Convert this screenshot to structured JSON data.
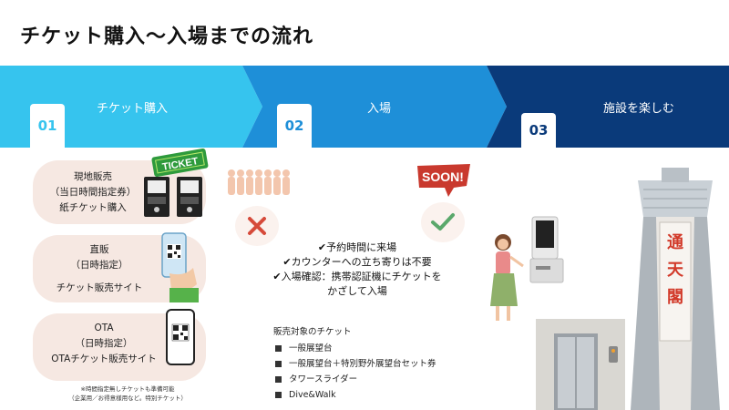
{
  "title": "チケット購入〜入場までの流れ",
  "steps": [
    {
      "num": "01",
      "label": "チケット購入",
      "color": "#36c4ee"
    },
    {
      "num": "02",
      "label": "入場",
      "color": "#1e8fd8"
    },
    {
      "num": "03",
      "label": "施設を楽しむ",
      "color": "#0a3a7a"
    }
  ],
  "cards": [
    {
      "lines": [
        "現地販売",
        "（当日時間指定券）",
        "紙チケット購入"
      ]
    },
    {
      "lines": [
        "直販",
        "（日時指定）",
        "チケット販売サイト"
      ]
    },
    {
      "lines": [
        "OTA",
        "（日時指定）",
        "OTAチケット販売サイト"
      ]
    }
  ],
  "ticket_graphic_text": "TICKET",
  "note_lines": [
    "※時間指定無しチケットも準備可能",
    "（企業用／お得意様用など。特別チケット）"
  ],
  "soon_text": "SOON!",
  "entry_points": [
    "✔予約時間に来場",
    "✔カウンターへの立ち寄りは不要",
    "✔入場確認：携帯認証機にチケットを",
    "かざして入場"
  ],
  "ticket_types": {
    "heading": "販売対象のチケット",
    "items": [
      "一般展望台",
      "一般展望台＋特別野外展望台セット券",
      "タワースライダー",
      "Dive&Walk"
    ]
  },
  "tower_sign": [
    "通",
    "天",
    "閣"
  ],
  "colors": {
    "card_bg": "#f6e8e2",
    "cross": "#d64a3a",
    "check": "#5aa86b",
    "sign": "#d23a2a"
  }
}
